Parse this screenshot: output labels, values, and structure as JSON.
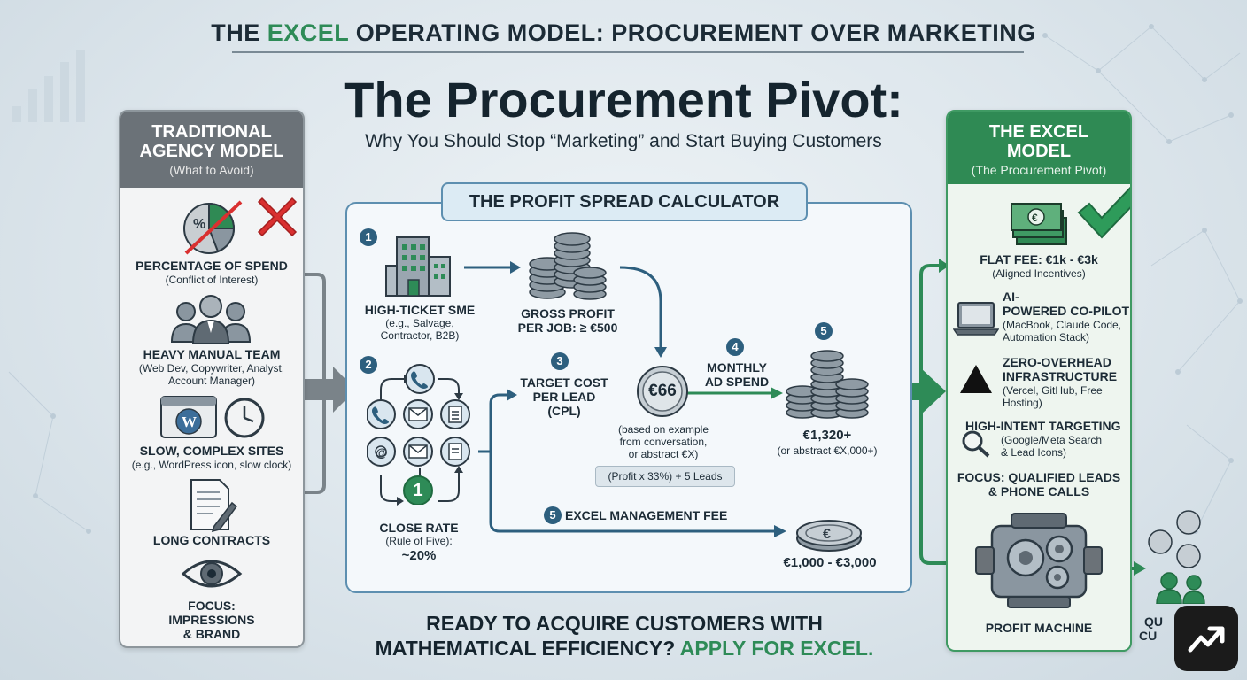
{
  "header": {
    "top_pre": "THE ",
    "top_highlight": "EXCEL",
    "top_post": " OPERATING MODEL: PROCUREMENT OVER MARKETING",
    "main_title": "The Procurement Pivot:",
    "subtitle": "Why You Should Stop “Marketing” and Start Buying Customers"
  },
  "left": {
    "title_line1": "TRADITIONAL",
    "title_line2": "AGENCY MODEL",
    "subtitle": "(What to Avoid)",
    "items": [
      {
        "label": "PERCENTAGE OF SPEND",
        "sub": "(Conflict of Interest)"
      },
      {
        "label": "HEAVY MANUAL TEAM",
        "sub1": "(Web Dev, Copywriter, Analyst,",
        "sub2": "Account Manager)"
      },
      {
        "label": "SLOW, COMPLEX SITES",
        "sub": "(e.g., WordPress icon, slow clock)"
      },
      {
        "label": "LONG CONTRACTS"
      },
      {
        "label1": "FOCUS:",
        "label2": "IMPRESSIONS",
        "label3": "& BRAND"
      }
    ],
    "pie_symbol": "%"
  },
  "calculator": {
    "title": "THE PROFIT SPREAD CALCULATOR",
    "steps": {
      "s1": "1",
      "s2": "2",
      "s3": "3",
      "s4": "4",
      "s5a": "5",
      "s5b": "5"
    },
    "sme_label": "HIGH-TICKET SME",
    "sme_sub1": "(e.g., Salvage,",
    "sme_sub2": "Contractor, B2B)",
    "gross_label1": "GROSS PROFIT",
    "gross_label2": "PER JOB: ≥ €500",
    "target_label1": "TARGET COST",
    "target_label2": "PER LEAD",
    "target_label3": "(CPL)",
    "cpl_value": "€66",
    "cpl_note1": "(based on example",
    "cpl_note2": "from conversation,",
    "cpl_note3": "or abstract €X)",
    "formula": "(Profit x 33%) + 5 Leads",
    "adspend_label1": "MONTHLY",
    "adspend_label2": "AD SPEND",
    "adspend_value": "€1,320+",
    "adspend_note": "(or abstract €X,000+)",
    "close_badge": "1",
    "close_label": "CLOSE RATE",
    "close_sub": "(Rule of Five):",
    "close_value": "~20%",
    "fee_label": "EXCEL MANAGEMENT FEE",
    "fee_value": "€1,000 - €3,000",
    "coin_symbol": "€"
  },
  "right": {
    "title_line1": "THE EXCEL",
    "title_line2": "MODEL",
    "subtitle": "(The Procurement Pivot)",
    "cash_symbol": "€",
    "flat_fee_label": "FLAT FEE: €1k - €3k",
    "flat_fee_sub": "(Aligned Incentives)",
    "ai_label1": "AI-",
    "ai_label2": "POWERED CO-PILOT",
    "ai_sub1": "(MacBook, Claude Code,",
    "ai_sub2": "Automation Stack)",
    "zero_label1": "ZERO-OVERHEAD",
    "zero_label2": "INFRASTRUCTURE",
    "zero_sub1": "(Vercel, GitHub, Free",
    "zero_sub2": "Hosting)",
    "intent_label": "HIGH-INTENT TARGETING",
    "intent_sub1": "(Google/Meta Search",
    "intent_sub2": "& Lead Icons)",
    "focus_label1": "FOCUS: QUALIFIED LEADS",
    "focus_label2": "& PHONE CALLS",
    "machine_label": "PROFIT MACHINE",
    "cut_label1": "QU",
    "cut_label2": "CU"
  },
  "cta": {
    "line1": "READY TO ACQUIRE CUSTOMERS WITH",
    "line2_pre": "MATHEMATICAL EFFICIENCY? ",
    "line2_highlight": "APPLY FOR EXCEL."
  },
  "colors": {
    "green": "#2e8b57",
    "dark_navy": "#1c2b36",
    "gray_header": "#6b7278",
    "blue_border": "#5d8fb0",
    "red_x": "#d93030"
  }
}
